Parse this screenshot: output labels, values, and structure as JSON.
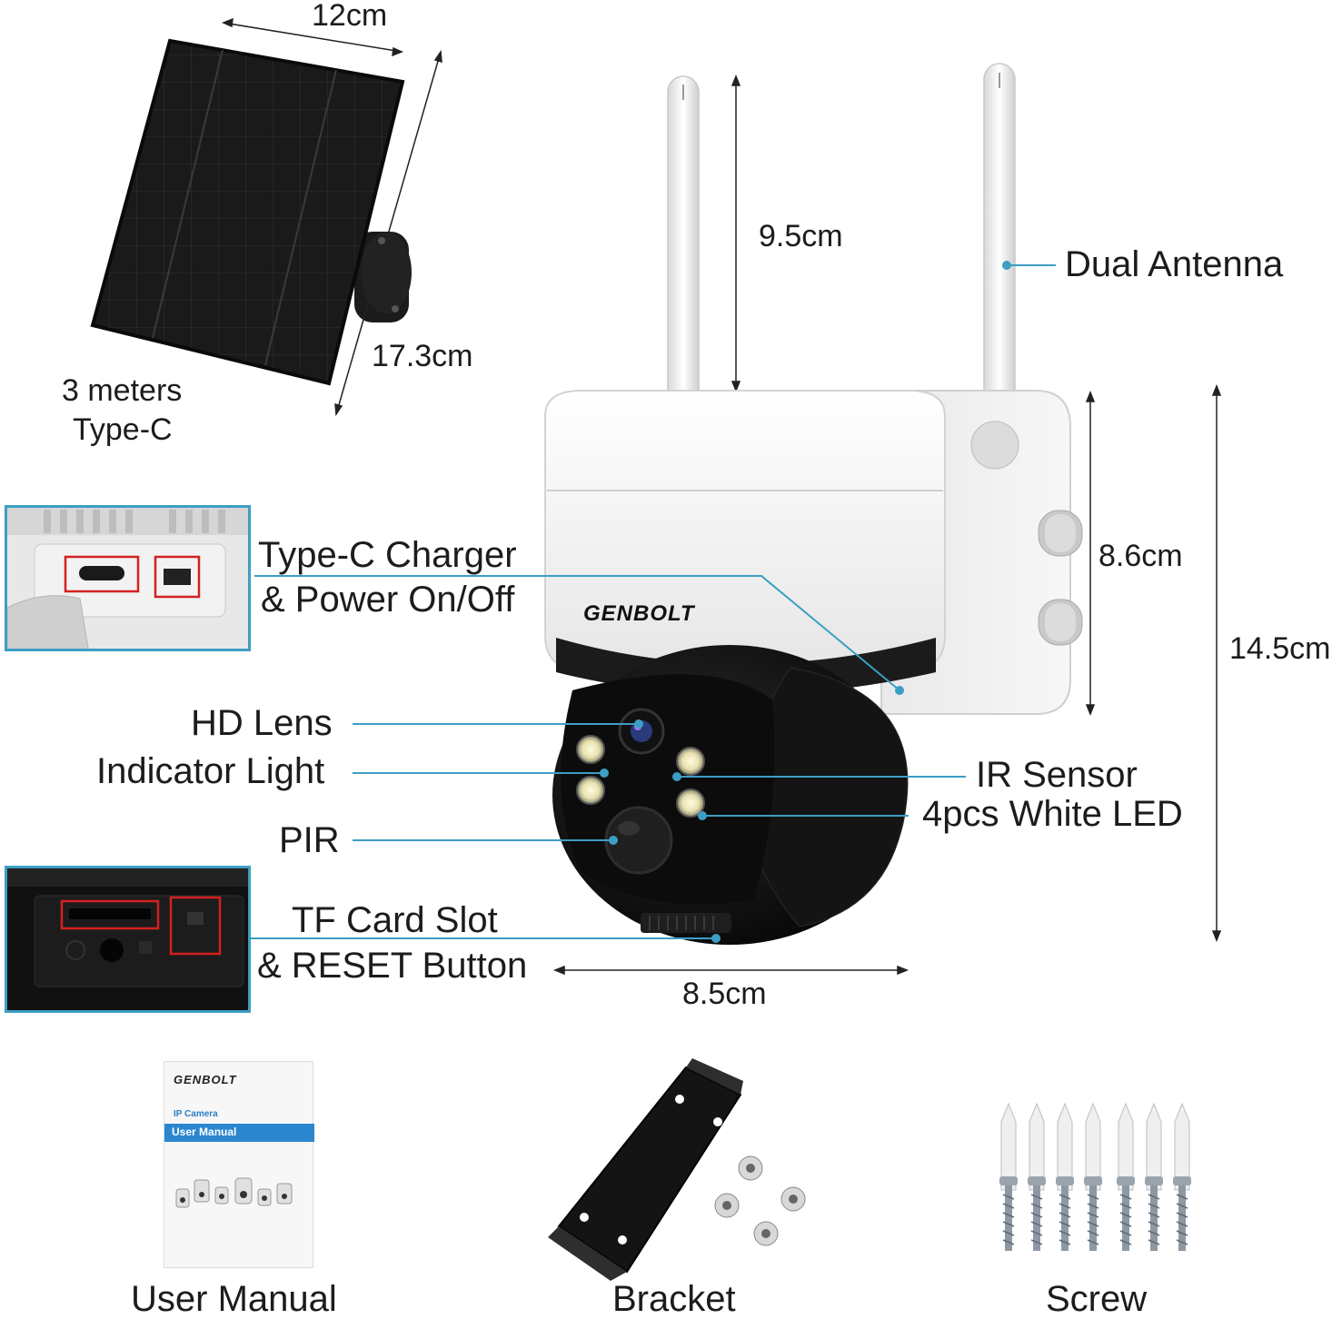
{
  "dimensions": {
    "panel_width": "12cm",
    "panel_height": "17.3cm",
    "antenna_height": "9.5cm",
    "body_height": "8.6cm",
    "total_height": "14.5cm",
    "body_width": "8.5cm"
  },
  "cable": {
    "line1": "3 meters",
    "line2": "Type-C"
  },
  "features": {
    "dual_antenna": "Dual Antenna",
    "charger_line1": "Type-C Charger",
    "charger_line2": "& Power On/Off",
    "hd_lens": "HD Lens",
    "indicator_light": "Indicator Light",
    "pir": "PIR",
    "ir_sensor": "IR Sensor",
    "white_led": "4pcs White LED",
    "tf_line1": "TF Card Slot",
    "tf_line2": "& RESET Button"
  },
  "brand": "GENBOLT",
  "manual_cover": {
    "brand": "GENBOLT",
    "subtitle": "IP Camera",
    "title": "User Manual"
  },
  "accessories": {
    "manual": "User Manual",
    "bracket": "Bracket",
    "screw": "Screw"
  },
  "colors": {
    "leader_line": "#3d9ec4",
    "highlight_box": "#d42020"
  }
}
